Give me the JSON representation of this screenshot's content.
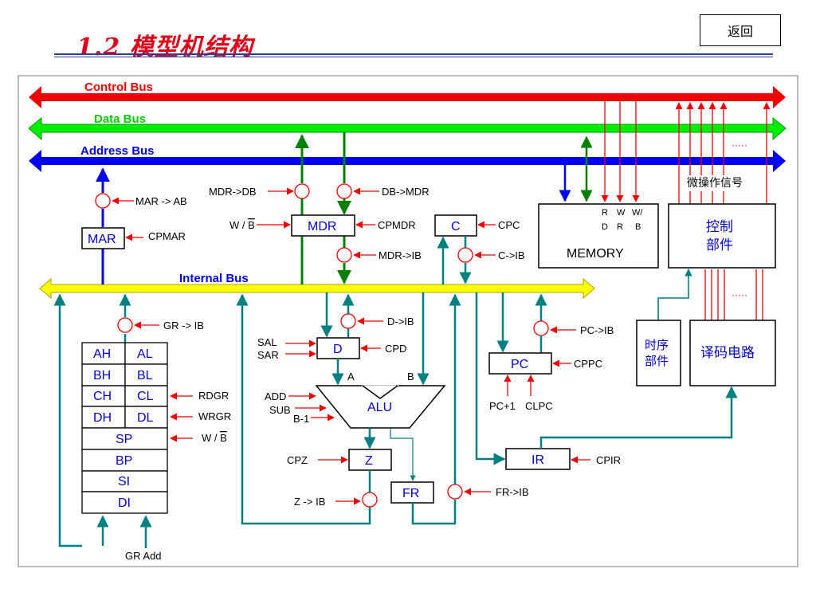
{
  "header": {
    "title": "1.2 模型机结构",
    "back_label": "返回"
  },
  "buses": {
    "control": "Control Bus",
    "data": "Data Bus",
    "address": "Address Bus",
    "internal": "Internal Bus"
  },
  "registers": {
    "mar": "MAR",
    "mdr": "MDR",
    "c": "C",
    "d": "D",
    "alu": "ALU",
    "z": "Z",
    "fr": "FR",
    "pc": "PC",
    "ir": "IR",
    "memory": "MEMORY"
  },
  "gr_rows": [
    [
      "AH",
      "AL"
    ],
    [
      "BH",
      "BL"
    ],
    [
      "CH",
      "CL"
    ],
    [
      "DH",
      "DL"
    ]
  ],
  "gr_full": [
    "SP",
    "BP",
    "SI",
    "DI"
  ],
  "units": {
    "control_line1": "控制",
    "control_line2": "部件",
    "timing_line1": "时序",
    "timing_line2": "部件",
    "decoder": "译码电路",
    "micro_ops": "微操作信号",
    "dots_top": "·····",
    "dots_bottom": "·····"
  },
  "memory_signals": {
    "top": [
      "R",
      "W",
      "W/"
    ],
    "bottom": [
      "D",
      "R",
      "B"
    ]
  },
  "signals": {
    "mar_ab": "MAR -> AB",
    "cpmar": "CPMAR",
    "mdr_db": "MDR->DB",
    "db_mdr": "DB->MDR",
    "w_b_prefix": "W / ",
    "b_bar": "B",
    "cpmdr": "CPMDR",
    "mdr_ib": "MDR->IB",
    "cpc": "CPC",
    "c_ib": "C->IB",
    "gr_ib": "GR -> IB",
    "rdgr": "RDGR",
    "wrgr": "WRGR",
    "gr_add": "GR Add",
    "d_ib": "D->IB",
    "sal": "SAL",
    "sar": "SAR",
    "cpd": "CPD",
    "alu_a": "A",
    "alu_b": "B",
    "add": "ADD",
    "sub": "SUB",
    "b_minus_1": "B-1",
    "cpz": "CPZ",
    "z_ib": "Z -> IB",
    "fr_ib": "FR->IB",
    "pc_ib": "PC->IB",
    "cppc": "CPPC",
    "pc_plus_1": "PC+1",
    "clpc": "CLPC",
    "cpir": "CPIR"
  },
  "colors": {
    "control_bus": "#ee0000",
    "data_bus": "#00ee00",
    "address_bus": "#0000ee",
    "internal_bus": "#ffff00",
    "path": "#008080",
    "title": "#e0001a"
  }
}
